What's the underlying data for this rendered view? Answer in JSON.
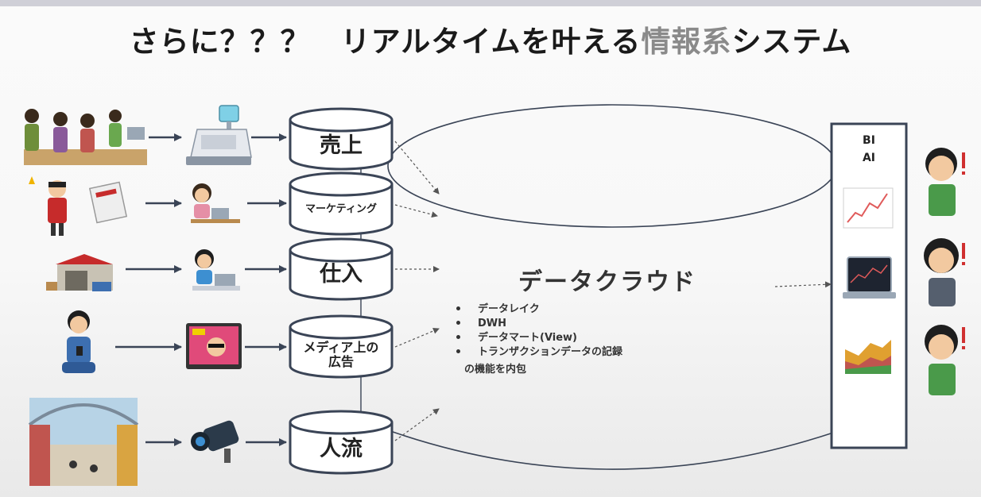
{
  "title": {
    "main": "さらに？？？　リアルタイムを叶える",
    "highlight": "情報系",
    "tail": "システム"
  },
  "sources": [
    {
      "db_label": "売上",
      "source_icon": "cashier-customers-icon",
      "device_icon": "cash-register-icon"
    },
    {
      "db_label": "マーケティング",
      "source_icon": "promoter-flyer-icon",
      "device_icon": "laptop-worker-icon"
    },
    {
      "db_label": "仕入",
      "source_icon": "warehouse-icon",
      "device_icon": "laptop-worker-icon"
    },
    {
      "db_label": "メディア上の\n広告",
      "source_icon": "smartphone-user-icon",
      "device_icon": "web-ad-icon"
    },
    {
      "db_label": "人流",
      "source_icon": "shopping-arcade-icon",
      "device_icon": "security-camera-icon"
    }
  ],
  "cloud": {
    "title": "データクラウド",
    "items": [
      "データレイク",
      "DWH",
      "データマート(View)",
      "トランザクションデータの記録"
    ],
    "note": "の機能を内包"
  },
  "bi": {
    "label_1": "BI",
    "label_2": "AI",
    "visuals": [
      "line-chart-icon",
      "dashboard-laptop-icon",
      "area-chart-icon"
    ]
  },
  "users": [
    "store-staff-icon",
    "office-staff-icon",
    "store-staff-icon"
  ],
  "colors": {
    "title": "#1a1a1a",
    "highlight": "#8a8a8a",
    "outline": "#3a4456"
  }
}
